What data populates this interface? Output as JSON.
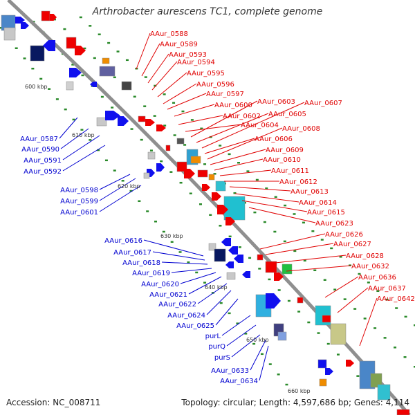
{
  "title": "Arthrobacter aurescens TC1, complete genome",
  "footer": {
    "accession": "Accession: NC_008711",
    "summary": "Topology: circular; Length: 4,597,686 bp; Genes: 4,114"
  },
  "colors": {
    "backbone": "#8f8f8f",
    "forward_label": "#e00000",
    "reverse_label": "#0000d0",
    "forward_gene": "#ee0000",
    "reverse_gene": "#1010ee",
    "tick": "#2a8a2a"
  },
  "kbp_ticks": [
    "600 kbp",
    "610 kbp",
    "620 kbp",
    "630 kbp",
    "640 kbp",
    "650 kbp",
    "660 kbp"
  ],
  "forward_labels": [
    "AAur_0588",
    "AAur_0589",
    "AAur_0593",
    "AAur_0594",
    "AAur_0595",
    "AAur_0596",
    "AAur_0597",
    "AAur_0600",
    "AAur_0602",
    "AAur_0604",
    "AAur_0603",
    "AAur_0605",
    "AAur_0607",
    "AAur_0606",
    "AAur_0608",
    "AAur_0609",
    "AAur_0610",
    "AAur_0611",
    "AAur_0612",
    "AAur_0613",
    "AAur_0614",
    "AAur_0615",
    "AAur_0623",
    "AAur_0626",
    "AAur_0627",
    "AAur_0628",
    "AAur_0632",
    "AAur_0636",
    "AAur_0637",
    "AAur_0642"
  ],
  "reverse_labels": [
    "AAur_0587",
    "AAur_0590",
    "AAur_0591",
    "AAur_0592",
    "AAur_0598",
    "AAur_0599",
    "AAur_0601",
    "AAur_0616",
    "AAur_0617",
    "AAur_0618",
    "AAur_0619",
    "AAur_0620",
    "AAur_0621",
    "AAur_0622",
    "AAur_0624",
    "AAur_0625",
    "purL",
    "purQ",
    "purS",
    "AAur_0633",
    "AAur_0634"
  ]
}
